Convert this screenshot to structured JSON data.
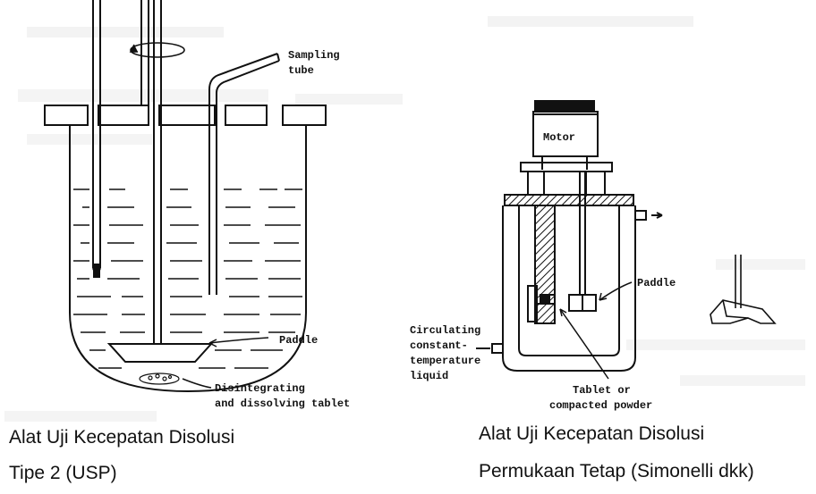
{
  "figure_left": {
    "labels": {
      "sampling_tube": [
        "Sampling",
        "tube"
      ],
      "paddle": "Paddle",
      "tablet": [
        "Disintegrating",
        "and dissolving tablet"
      ]
    },
    "caption": [
      "Alat Uji Kecepatan Disolusi",
      "Tipe 2 (USP)"
    ]
  },
  "figure_right": {
    "labels": {
      "motor": "Motor",
      "paddle": "Paddle",
      "circulating": [
        "Circulating",
        "constant-",
        "temperature",
        "liquid"
      ],
      "tablet": [
        "Tablet or",
        "compacted powder"
      ]
    },
    "caption": [
      "Alat Uji Kecepatan Disolusi",
      "Permukaan Tetap (Simonelli dkk)"
    ]
  },
  "colors": {
    "ink": "#111111",
    "bleed": "#b8b8b8"
  }
}
